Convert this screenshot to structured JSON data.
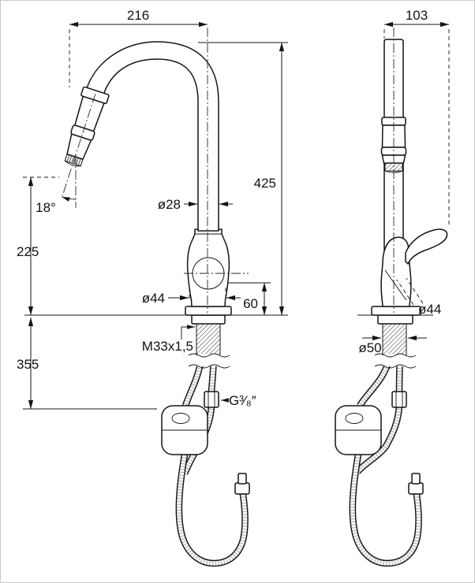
{
  "colors": {
    "ink": "#141414",
    "paper": "#ffffff",
    "frame": "#c9c9c9"
  },
  "front_view": {
    "reach": "216",
    "height": "425",
    "spout_diameter": "ø28",
    "head_angle": "18°",
    "outlet_height": "225",
    "body_diameter": "ø44",
    "base_height": "60",
    "below_deck": "355",
    "shank_thread": "M33x1,5",
    "hose_thread": "G³⁄₈″"
  },
  "side_view": {
    "depth": "103",
    "body_diameter": "ø44",
    "shank_diameter": "ø50"
  }
}
